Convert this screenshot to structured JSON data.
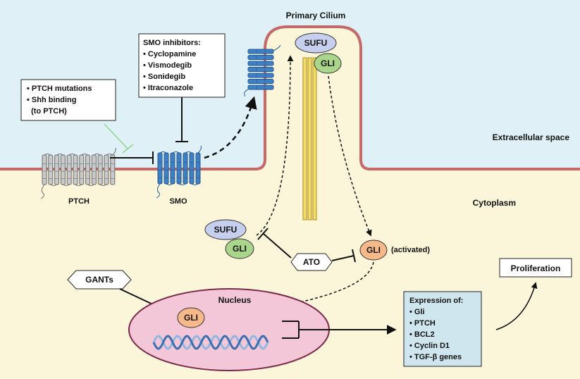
{
  "regions": {
    "cilium": "Primary Cilium",
    "extracellular": "Extracellular space",
    "cytoplasm": "Cytoplasm",
    "nucleus": "Nucleus"
  },
  "receptors": {
    "ptch": "PTCH",
    "smo": "SMO"
  },
  "proteins": {
    "sufu": "SUFU",
    "gli": "GLI",
    "activated_note": "(activated)"
  },
  "inhibitors": {
    "ato": "ATO",
    "gants": "GANTs"
  },
  "ptch_box": [
    "• PTCH mutations",
    "• Shh binding",
    "  (to PTCH)"
  ],
  "smo_box": {
    "title": "SMO inhibitors:",
    "items": [
      "• Cyclopamine",
      "• Vismodegib",
      "• Sonidegib",
      "• Itraconazole"
    ]
  },
  "expression_box": {
    "title": "Expression of:",
    "items": [
      "• Gli",
      "• PTCH",
      "• BCL2",
      "• Cyclin D1",
      "• TGF-β genes"
    ]
  },
  "outcome": "Proliferation",
  "colors": {
    "extracellular": "#dff1f6",
    "cytoplasm": "#fbf6da",
    "membrane": "#c46a6a",
    "smo": "#3f7fc2",
    "ptch": "#c9c9c9",
    "sufu": "#c6cfee",
    "gli": "#a9d68b",
    "gli_active": "#f7b98a",
    "nucleus": "#f3c6d8",
    "expression_box": "#cfe6ee",
    "inhibition_green": "#8fd48f"
  }
}
